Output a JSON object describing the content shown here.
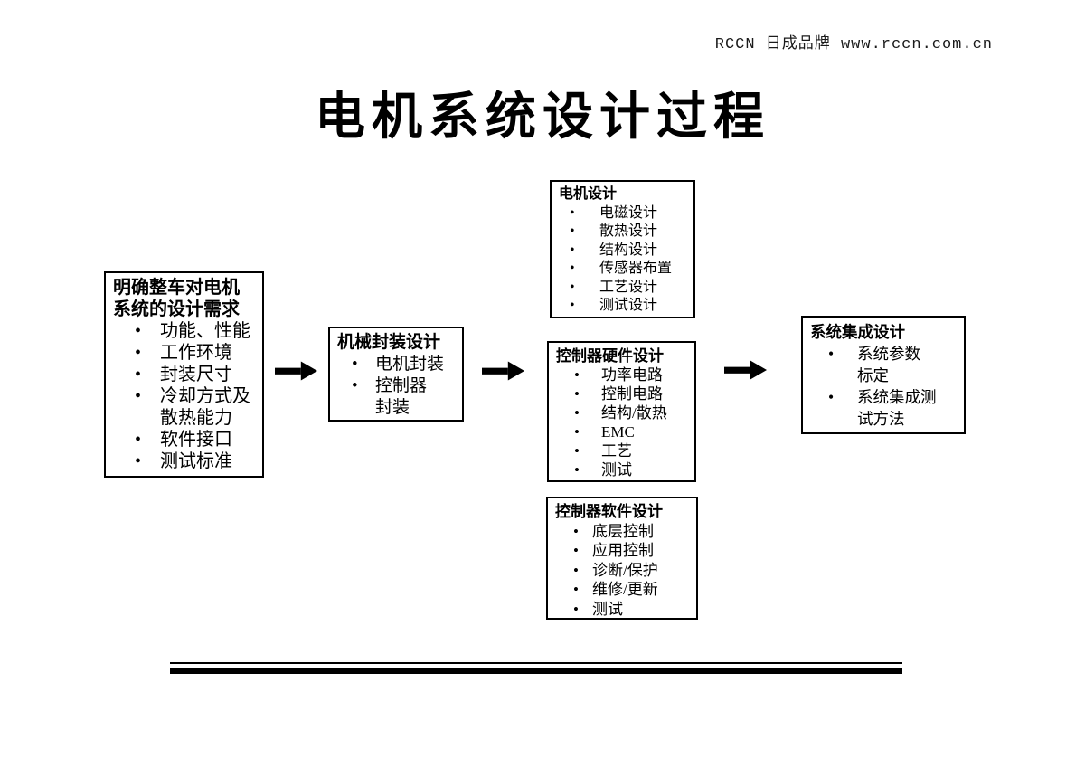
{
  "page": {
    "background": "#ffffff",
    "text_color": "#000000",
    "watermark": "RCCN 日成品牌 www.rccn.com.cn",
    "title": "电机系统设计过程"
  },
  "diagram": {
    "type": "flowchart",
    "arrow_icon": "right-arrow",
    "arrow_color": "#000000",
    "boxes": [
      {
        "name": "vehicle-requirements",
        "title": "明确整车对电机\n系统的设计需求",
        "items": [
          "功能、性能",
          "工作环境",
          "封装尺寸",
          "冷却方式及\n散热能力",
          "软件接口",
          "测试标准"
        ]
      },
      {
        "name": "mechanical-packaging-design",
        "title": "机械封装设计",
        "items": [
          "电机封装",
          "控制器\n封装"
        ]
      },
      {
        "name": "motor-design",
        "title": "电机设计",
        "items": [
          "电磁设计",
          "散热设计",
          "结构设计",
          "传感器布置",
          "工艺设计",
          "测试设计"
        ]
      },
      {
        "name": "controller-hardware-design",
        "title": "控制器硬件设计",
        "items": [
          "功率电路",
          "控制电路",
          "结构/散热",
          "EMC",
          "工艺",
          "测试"
        ]
      },
      {
        "name": "controller-software-design",
        "title": "控制器软件设计",
        "items": [
          "底层控制",
          "应用控制",
          "诊断/保护",
          "维修/更新",
          "测试"
        ]
      },
      {
        "name": "system-integration-design",
        "title": "系统集成设计",
        "items": [
          "系统参数\n标定",
          "系统集成测\n试方法"
        ]
      }
    ]
  }
}
